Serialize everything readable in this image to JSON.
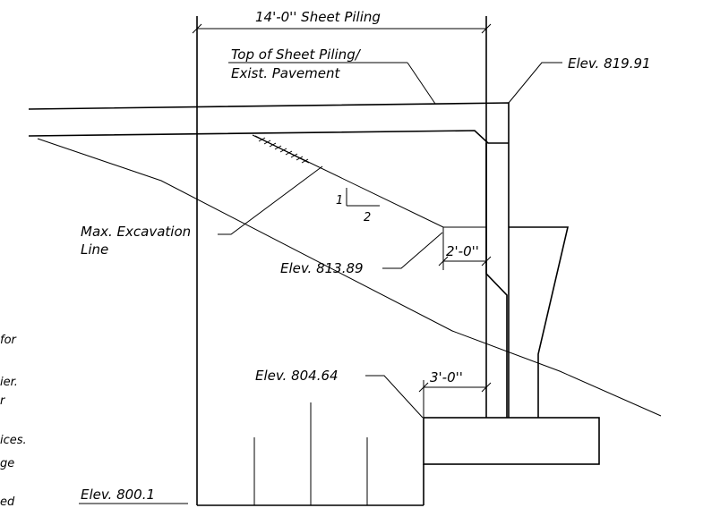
{
  "labels": {
    "sheet_piling_width": "14'-0'' Sheet Piling",
    "top_line1": "Top of Sheet Piling/",
    "top_line2": "Exist. Pavement",
    "elev_top": "Elev. 819.91",
    "max_exc_line1": "Max. Excavation",
    "max_exc_line2": "Line",
    "slope_rise": "1",
    "slope_run": "2",
    "dim_2ft": "2'-0''",
    "elev_mid": "Elev. 813.89",
    "elev_footing": "Elev. 804.64",
    "dim_3ft": "3'-0''",
    "elev_bottom": "Elev. 800.1"
  },
  "notes": {
    "frag1": "for",
    "frag2": "ier.",
    "frag3": "r",
    "frag4": "ices.",
    "frag5": "ge",
    "frag6": "ed"
  }
}
